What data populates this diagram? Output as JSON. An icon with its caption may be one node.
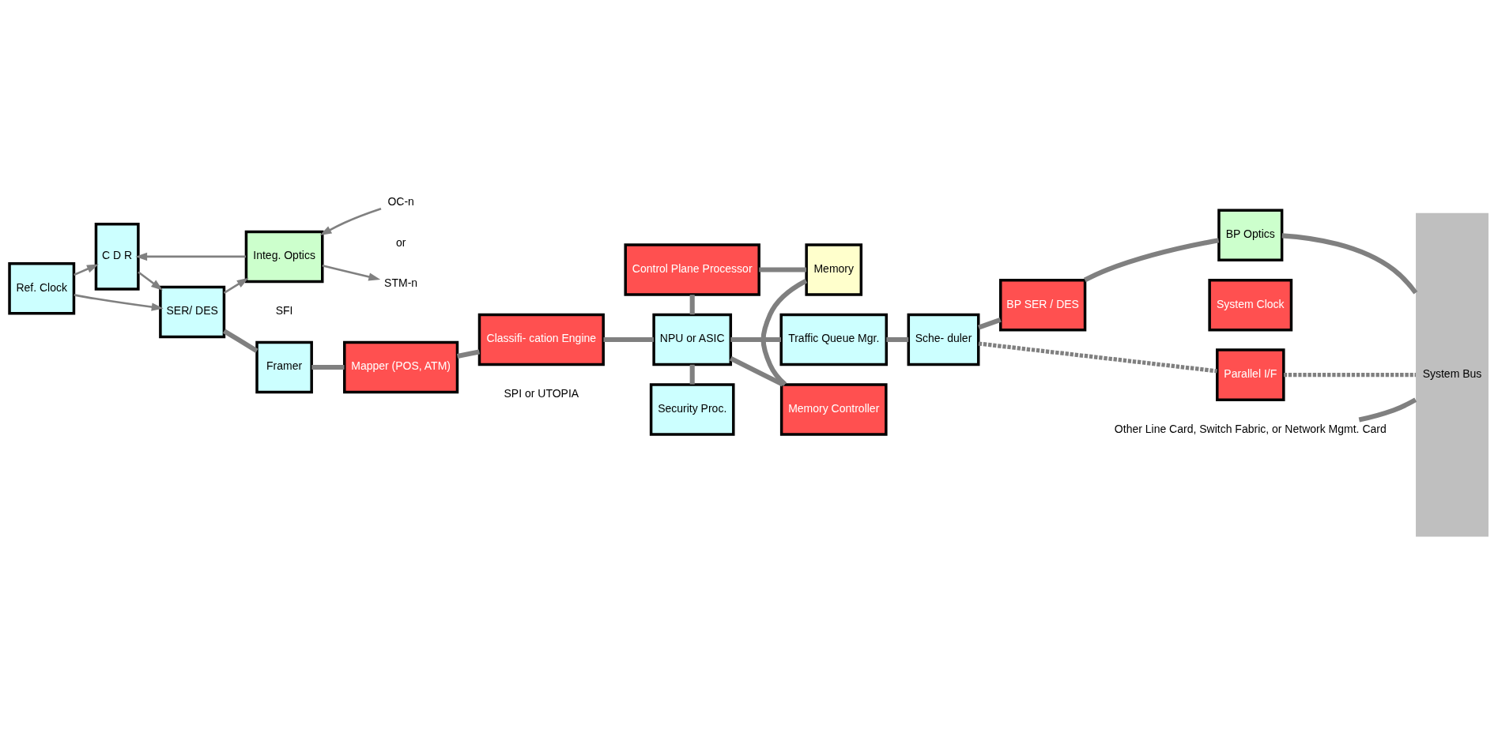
{
  "diagram": {
    "nodes": [
      {
        "text": [
          "Ref. Clock"
        ]
      },
      {
        "text": [
          "C D R"
        ]
      },
      {
        "text": [
          "Integ. Optics"
        ]
      },
      {
        "text": [
          "SER/ DES"
        ]
      },
      {
        "text": [
          "Framer"
        ]
      },
      {
        "text": [
          "Mapper (POS, ATM)"
        ]
      },
      {
        "text": [
          "Classifi- cation Engine"
        ]
      },
      {
        "text": [
          "Control Plane Processor"
        ]
      },
      {
        "text": [
          "Memory"
        ]
      },
      {
        "text": [
          "Memory Controller"
        ]
      },
      {
        "text": [
          "NPU or ASIC"
        ]
      },
      {
        "text": [
          "Security Proc."
        ]
      },
      {
        "text": [
          "Traffic Queue Mgr."
        ]
      },
      {
        "text": [
          "Sche- duler"
        ]
      },
      {
        "text": [
          "BP SER / DES"
        ]
      },
      {
        "text": [
          "BP Optics"
        ]
      },
      {
        "text": [
          "Parallel I/F"
        ]
      },
      {
        "text": [
          "System Clock"
        ]
      },
      {
        "text": [
          "System Bus"
        ]
      },
      {
        "text": [
          "OC-n"
        ]
      },
      {
        "text": [
          "STM-n"
        ]
      },
      {
        "text": [
          "Other Line Card, Switch Fabric, or Network Mgmt. Card"
        ]
      }
    ],
    "edges": [
      {
        "from": 0,
        "to": 1,
        "arrow": "to"
      },
      {
        "from": 0,
        "to": 3,
        "arrow": "to"
      },
      {
        "from": 19,
        "to": 2,
        "arrow": "to"
      },
      {
        "from": 2,
        "to": 20,
        "arrow": "to"
      },
      {
        "from": 2,
        "to": 1,
        "arrow": "to"
      },
      {
        "from": 1,
        "to": 3,
        "arrow": "to"
      },
      {
        "from": 3,
        "to": 2,
        "arrow": "to"
      },
      {
        "from": 3,
        "to": 4,
        "arrow": "none"
      },
      {
        "from": 4,
        "to": 5,
        "arrow": "none"
      },
      {
        "from": 5,
        "to": 6,
        "arrow": "none"
      },
      {
        "from": 6,
        "to": 10,
        "arrow": "none"
      },
      {
        "from": 7,
        "to": 8,
        "arrow": "none"
      },
      {
        "from": 8,
        "to": 9,
        "arrow": "none"
      },
      {
        "from": 7,
        "to": 10,
        "arrow": "none"
      },
      {
        "from": 9,
        "to": 10,
        "arrow": "none"
      },
      {
        "from": 10,
        "to": 11,
        "arrow": "none"
      },
      {
        "from": 10,
        "to": 12,
        "arrow": "none"
      },
      {
        "from": 12,
        "to": 13,
        "arrow": "none"
      },
      {
        "from": 13,
        "to": 14,
        "arrow": "none"
      },
      {
        "from": 14,
        "to": 15,
        "arrow": "none"
      },
      {
        "from": 15,
        "to": 18,
        "arrow": "none"
      },
      {
        "from": 13,
        "to": 16,
        "arrow": "none",
        "style": "dashed"
      },
      {
        "from": 16,
        "to": 18,
        "arrow": "none",
        "style": "dashed"
      },
      {
        "from": 21,
        "to": 18,
        "arrow": "none"
      }
    ],
    "labels": [
      "or",
      "SFI",
      "SPI or UTOPIA"
    ]
  }
}
